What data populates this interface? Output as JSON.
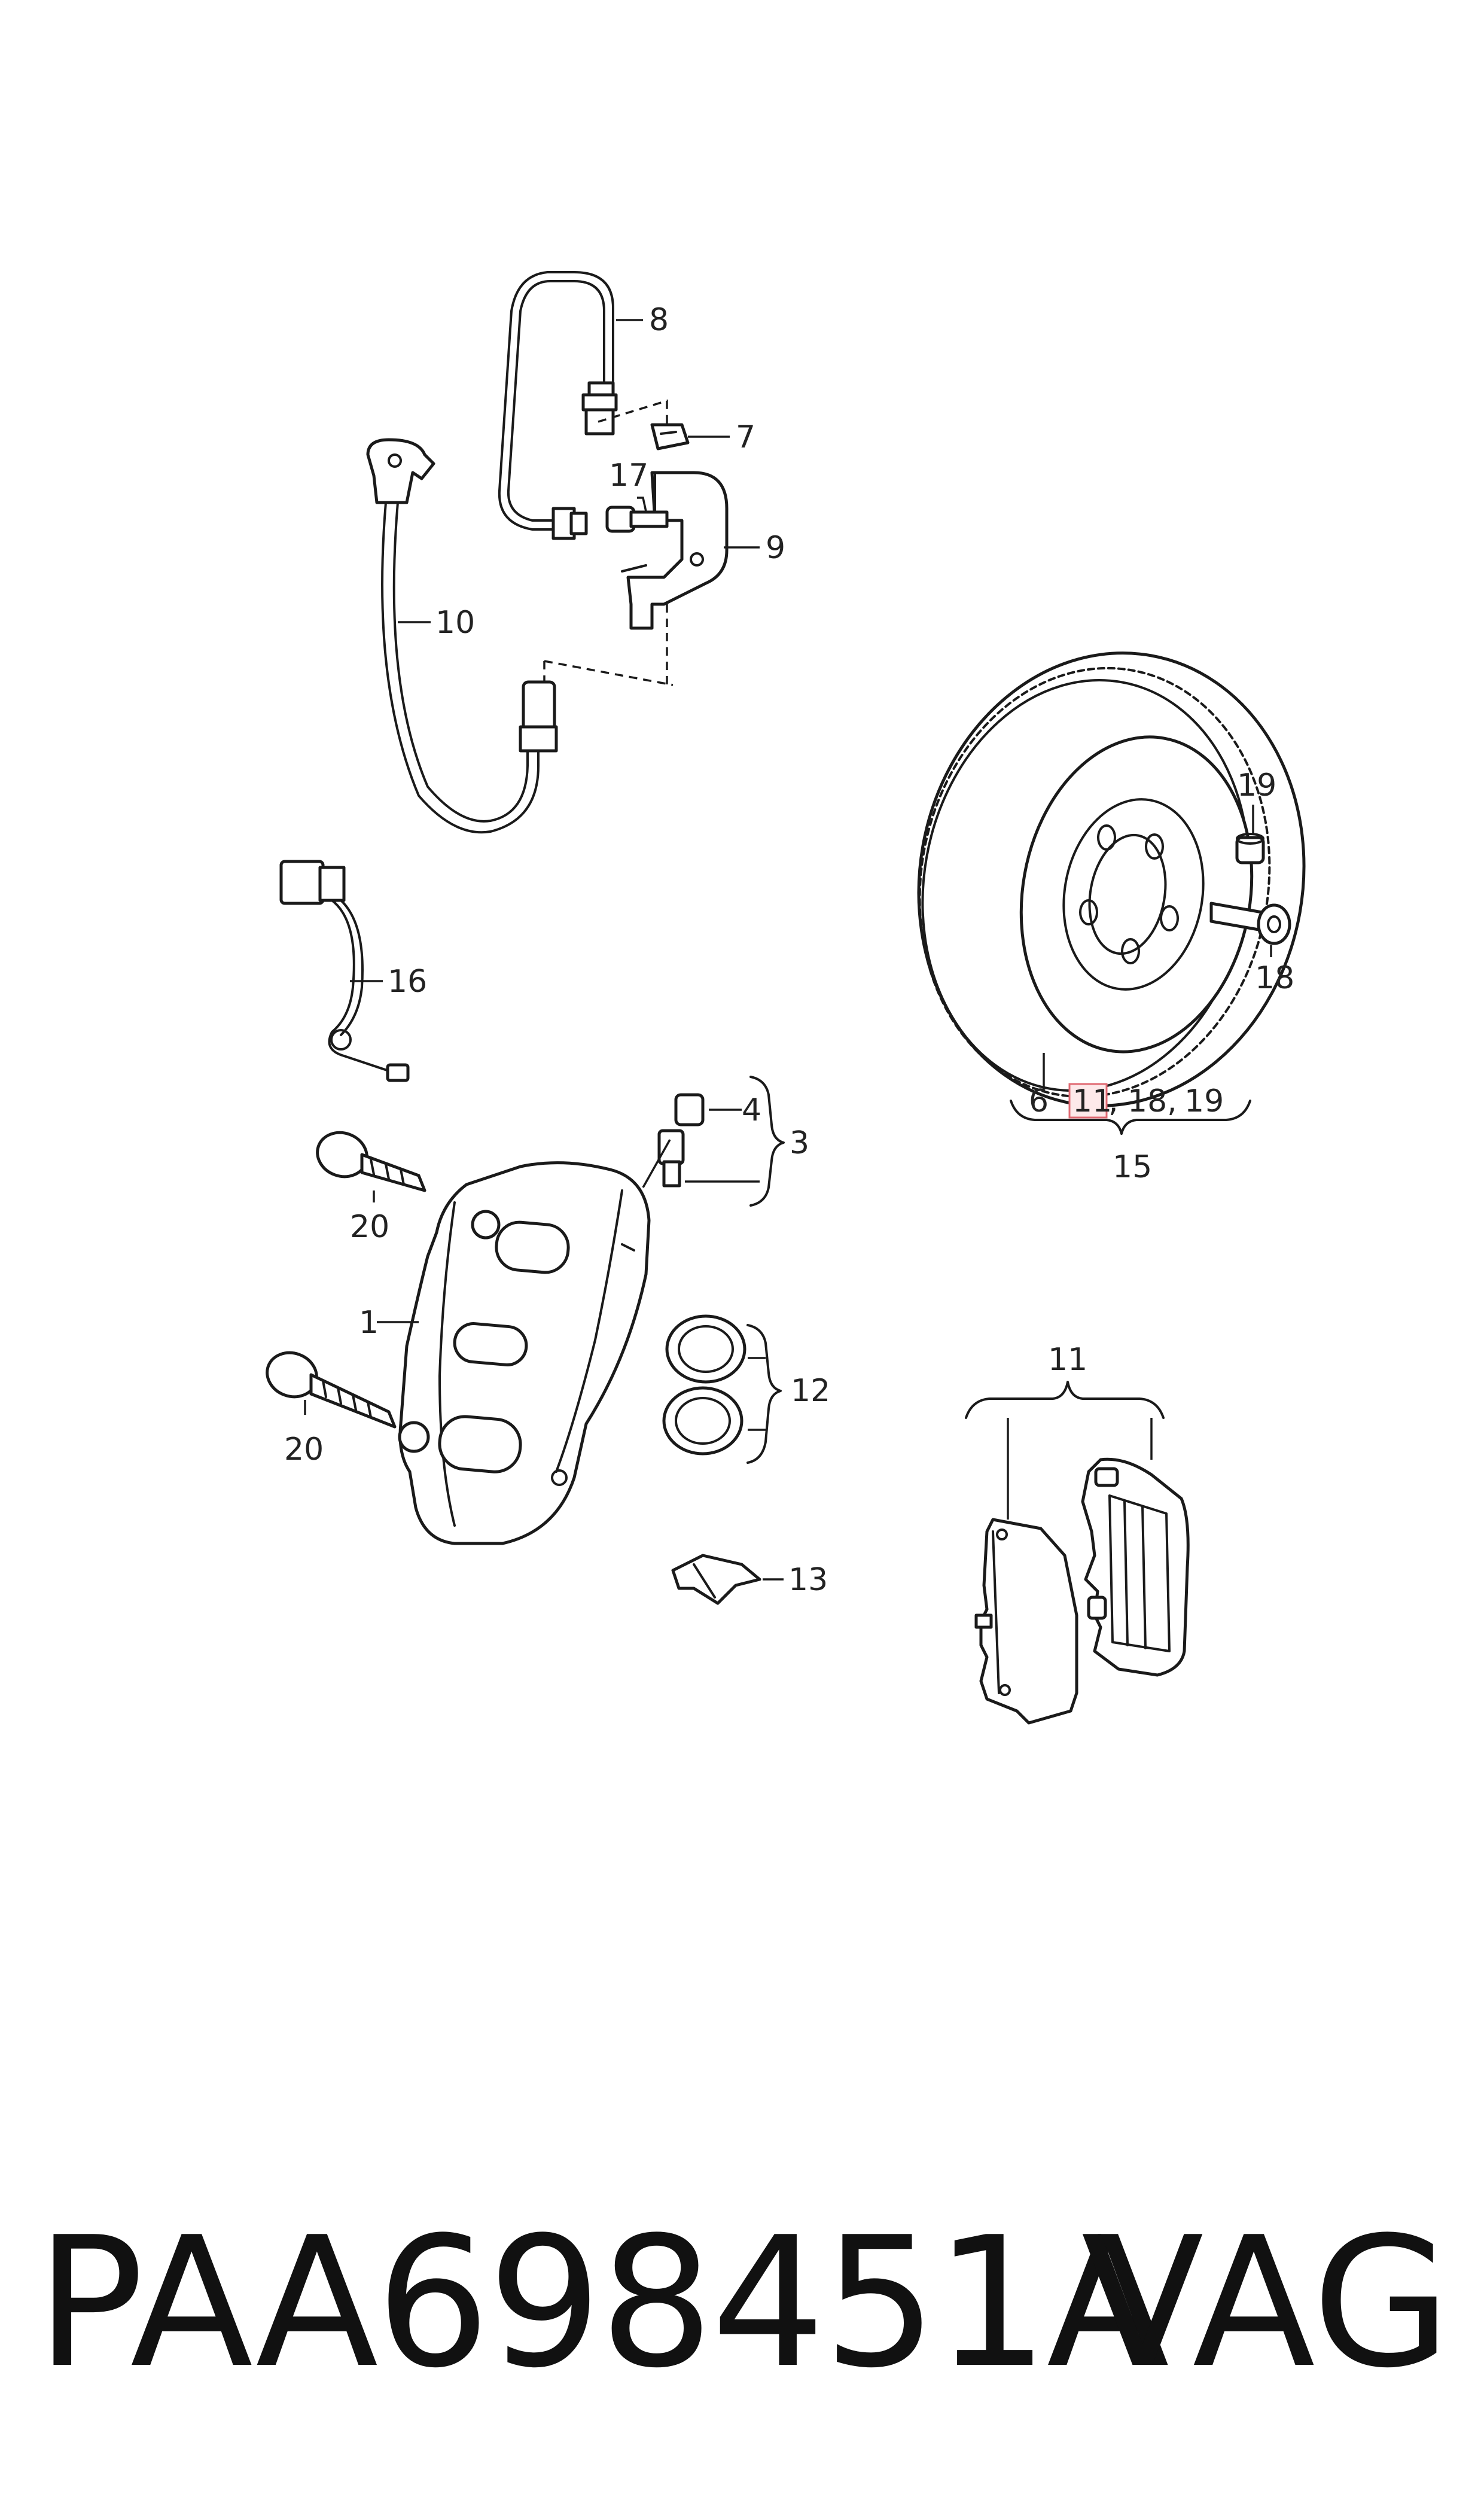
{
  "diagram": {
    "labels": {
      "l1": "1",
      "l3": "3",
      "l4": "4",
      "l6": "6",
      "l7": "7",
      "l8": "8",
      "l9": "9",
      "l10": "10",
      "l11_top": "11",
      "l11_highlight": "11",
      "l12": "12",
      "l13": "13",
      "l15": "15",
      "l16": "16",
      "l17": "17",
      "l18": "18",
      "l19": "19",
      "l20_top": "20",
      "l20_bottom": "20",
      "kit_sep1": ",",
      "kit_18": "18,",
      "kit_19": "19"
    },
    "highlight_color": "#e06a73"
  },
  "footer": {
    "part_number": "PAA698451A",
    "brand": "VAG"
  }
}
